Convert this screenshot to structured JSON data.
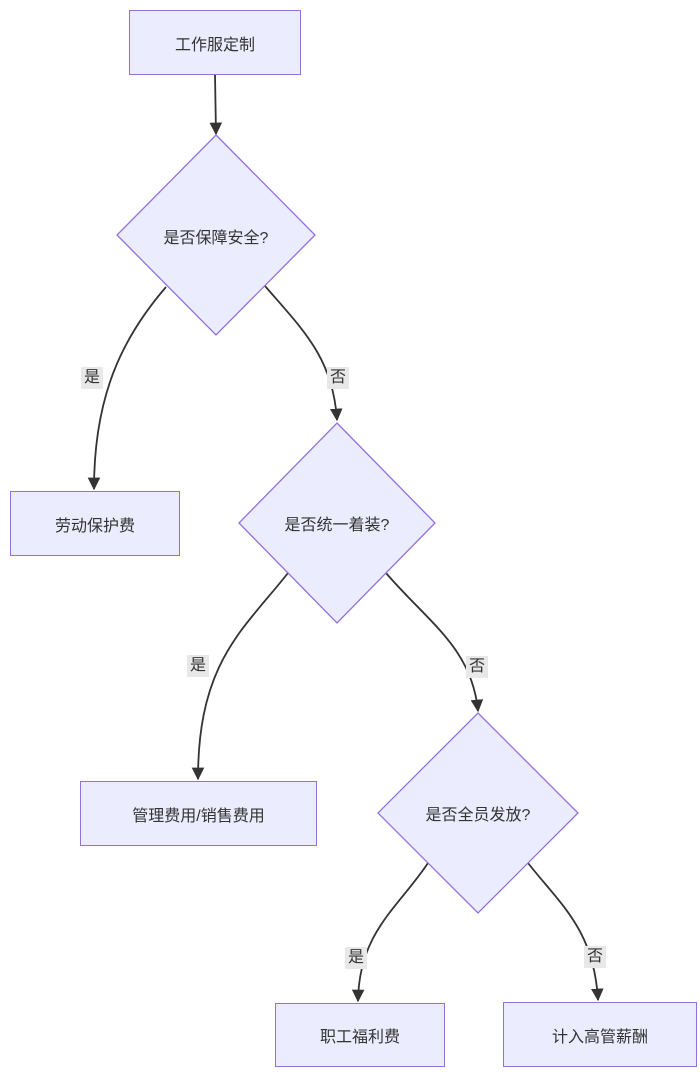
{
  "diagram": {
    "type": "flowchart",
    "direction": "top-down",
    "nodes": [
      {
        "id": "start",
        "label": "工作服定制",
        "shape": "rect"
      },
      {
        "id": "q_safety",
        "label": "是否保障安全?",
        "shape": "diamond"
      },
      {
        "id": "r_labor_fee",
        "label": "劳动保护费",
        "shape": "rect"
      },
      {
        "id": "q_uniform",
        "label": "是否统一着装?",
        "shape": "diamond"
      },
      {
        "id": "r_admin_sales",
        "label": "管理费用/销售费用",
        "shape": "rect"
      },
      {
        "id": "q_all_staff",
        "label": "是否全员发放?",
        "shape": "diamond"
      },
      {
        "id": "r_welfare_fee",
        "label": "职工福利费",
        "shape": "rect"
      },
      {
        "id": "r_exec_comp",
        "label": "计入高管薪酬",
        "shape": "rect"
      }
    ],
    "edges": [
      {
        "from": "start",
        "to": "q_safety",
        "label": ""
      },
      {
        "from": "q_safety",
        "to": "r_labor_fee",
        "label": "是"
      },
      {
        "from": "q_safety",
        "to": "q_uniform",
        "label": "否"
      },
      {
        "from": "q_uniform",
        "to": "r_admin_sales",
        "label": "是"
      },
      {
        "from": "q_uniform",
        "to": "q_all_staff",
        "label": "否"
      },
      {
        "from": "q_all_staff",
        "to": "r_welfare_fee",
        "label": "是"
      },
      {
        "from": "q_all_staff",
        "to": "r_exec_comp",
        "label": "否"
      }
    ],
    "colors": {
      "node_fill": "#ECECFF",
      "node_border": "#9370DB",
      "line": "#333333",
      "edge_label_bg": "#E8E8E8",
      "text": "#333333",
      "canvas": "#FFFFFF"
    }
  }
}
